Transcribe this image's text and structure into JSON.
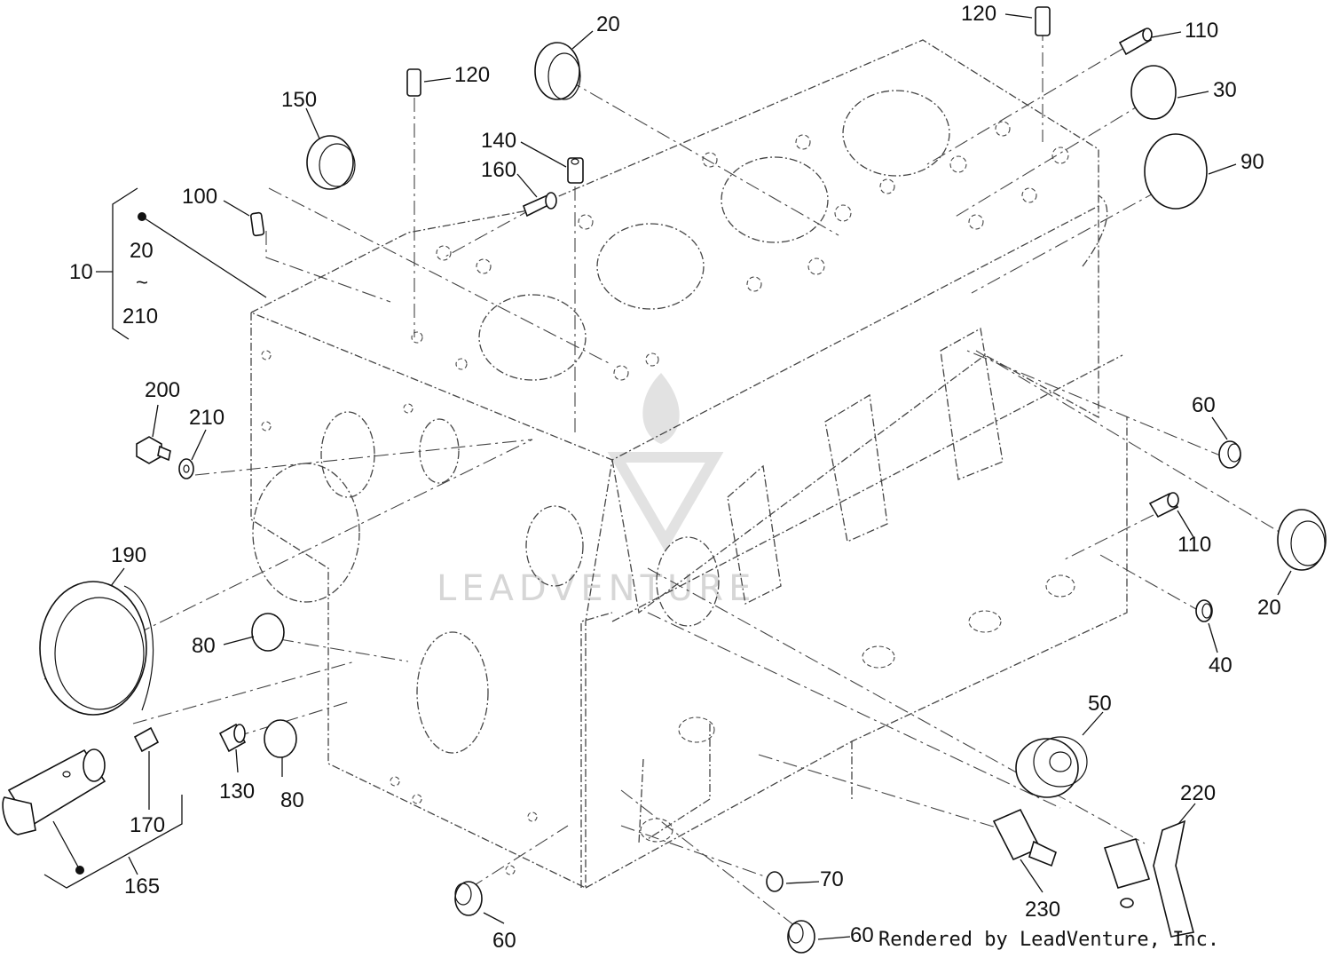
{
  "watermark": "LEADVENTURE",
  "credit": "Rendered by LeadVenture, Inc.",
  "assembly_group": {
    "label": "10",
    "range_start": "20",
    "range_sep": "~",
    "range_end": "210"
  },
  "sub_assembly": {
    "label": "165"
  },
  "callouts": {
    "c20_top": "20",
    "c120_left": "120",
    "c120_right": "120",
    "c110_top": "110",
    "c30": "30",
    "c90": "90",
    "c150": "150",
    "c100": "100",
    "c140": "140",
    "c160": "160",
    "c200": "200",
    "c210": "210",
    "c60_right": "60",
    "c110_right": "110",
    "c20_right": "20",
    "c40": "40",
    "c190": "190",
    "c80_upper": "80",
    "c80_lower": "80",
    "c130": "130",
    "c170": "170",
    "c50": "50",
    "c220": "220",
    "c70": "70",
    "c230": "230",
    "c60_bottom_left": "60",
    "c60_bottom": "60"
  }
}
